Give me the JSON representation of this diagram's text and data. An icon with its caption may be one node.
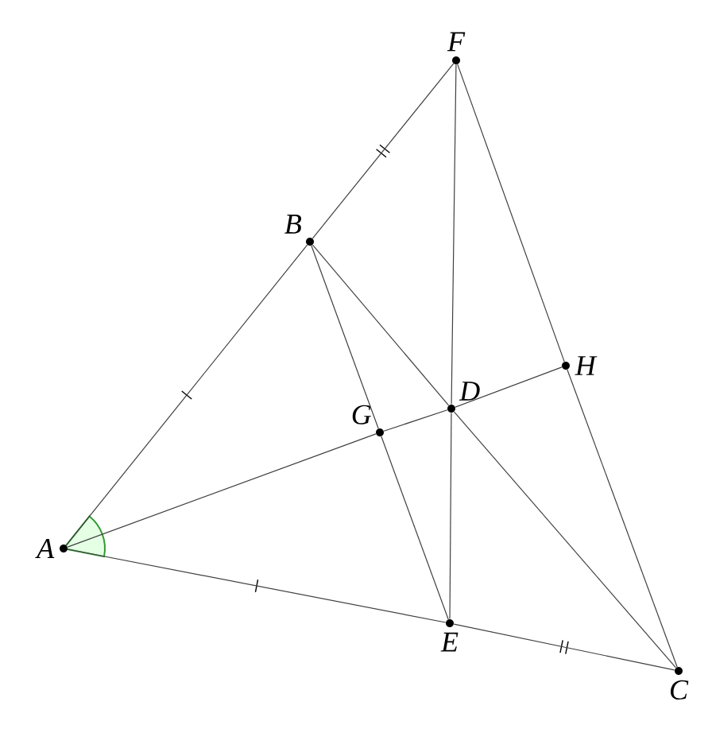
{
  "diagram": {
    "nodes": [
      {
        "text": [
          "F"
        ]
      },
      {
        "text": [
          "B"
        ]
      },
      {
        "text": [
          "D"
        ]
      },
      {
        "text": [
          "H"
        ]
      },
      {
        "text": [
          "G"
        ]
      },
      {
        "text": [
          "A"
        ]
      },
      {
        "text": [
          "E"
        ]
      },
      {
        "text": [
          "C"
        ]
      }
    ],
    "edges": [
      {
        "from": 5,
        "to": 1,
        "arrow": "none"
      },
      {
        "from": 1,
        "to": 0,
        "arrow": "none"
      },
      {
        "from": 5,
        "to": 6,
        "arrow": "none"
      },
      {
        "from": 6,
        "to": 7,
        "arrow": "none"
      },
      {
        "from": 0,
        "to": 3,
        "arrow": "none"
      },
      {
        "from": 3,
        "to": 7,
        "arrow": "none"
      },
      {
        "from": 1,
        "to": 4,
        "arrow": "none"
      },
      {
        "from": 4,
        "to": 6,
        "arrow": "none"
      },
      {
        "from": 1,
        "to": 2,
        "arrow": "none"
      },
      {
        "from": 2,
        "to": 7,
        "arrow": "none"
      },
      {
        "from": 5,
        "to": 4,
        "arrow": "none"
      },
      {
        "from": 4,
        "to": 2,
        "arrow": "none"
      },
      {
        "from": 2,
        "to": 3,
        "arrow": "none"
      },
      {
        "from": 0,
        "to": 2,
        "arrow": "none"
      },
      {
        "from": 2,
        "to": 6,
        "arrow": "none"
      }
    ]
  }
}
